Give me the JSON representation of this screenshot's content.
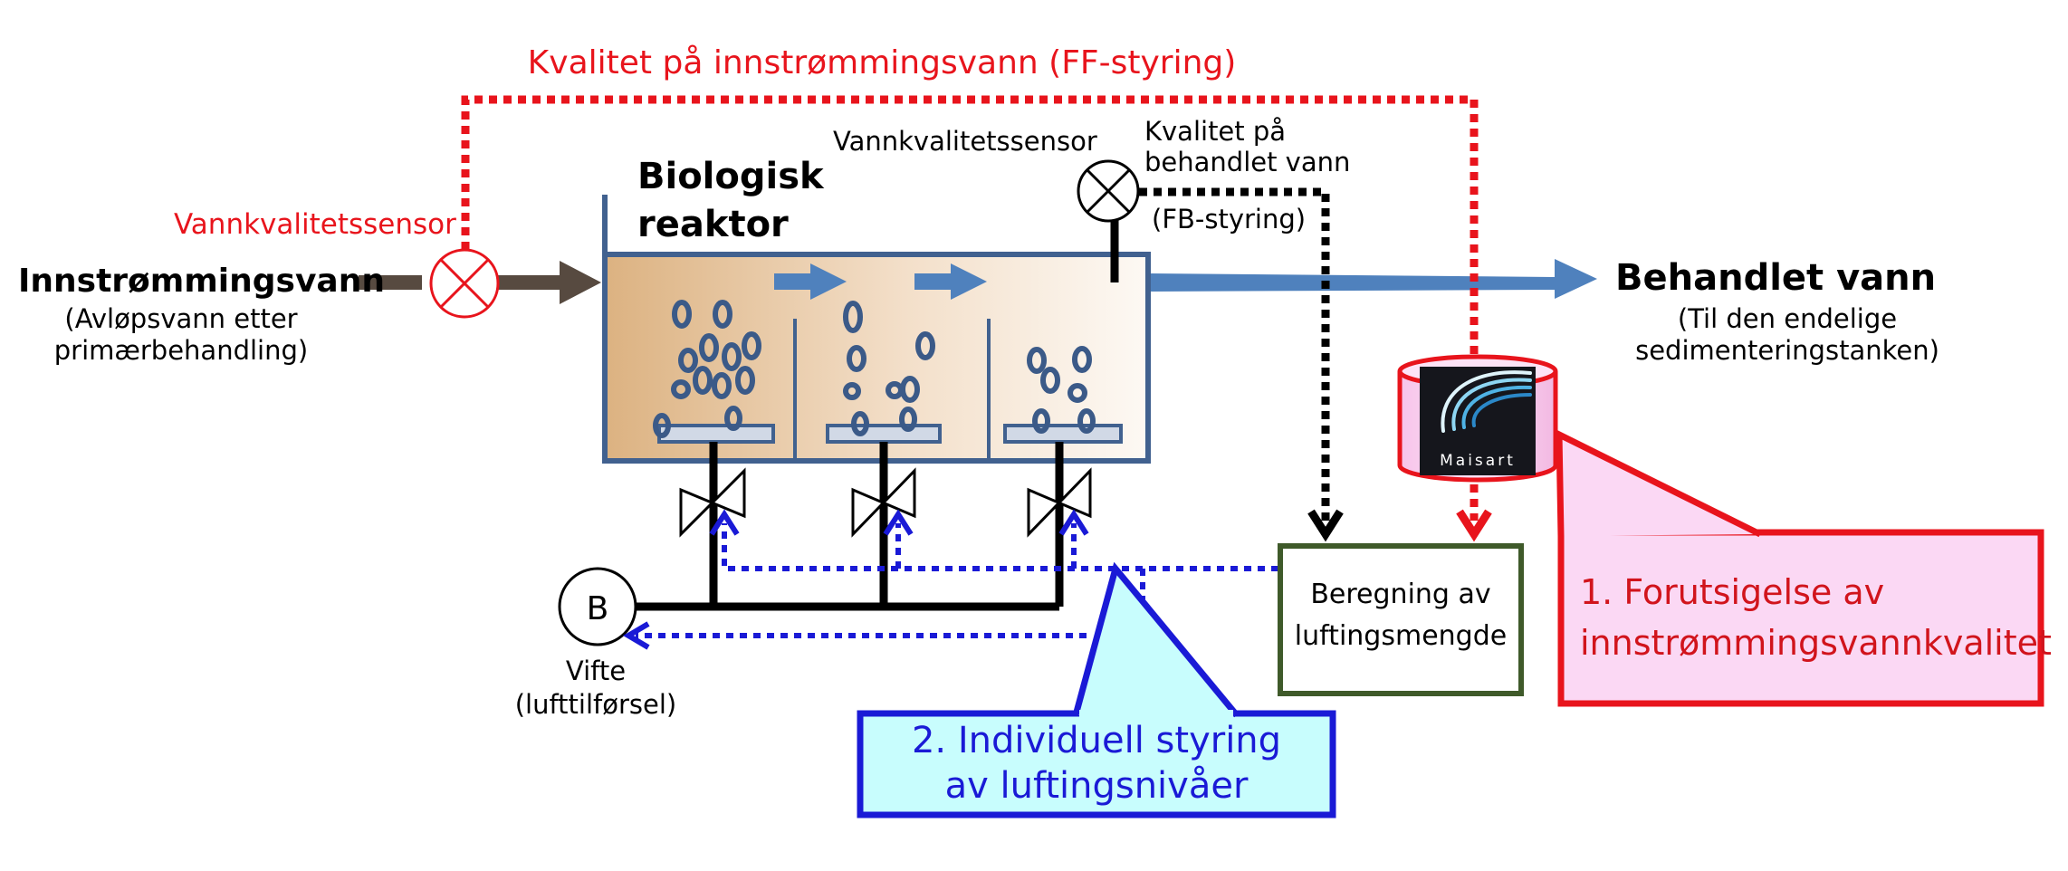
{
  "labels": {
    "ff_control": "Kvalitet på innstrømmingsvann (FF-styring)",
    "sensor_inflow": "Vannkvalitetssensor",
    "sensor_outflow": "Vannkvalitetssensor",
    "inflow_title": "Innstrømmingsvann",
    "inflow_sub_1": "(Avløpsvann etter",
    "inflow_sub_2": "primærbehandling)",
    "reactor_1": "Biologisk",
    "reactor_2": "reaktor",
    "treated_q_1": "Kvalitet på",
    "treated_q_2": "behandlet vann",
    "fb_control": "(FB-styring)",
    "out_title": "Behandlet vann",
    "out_sub_1": "(Til den endelige",
    "out_sub_2": "sedimenteringstanken)",
    "blower_letter": "B",
    "blower_1": "Vifte",
    "blower_2": "(lufttilførsel)",
    "calc_1": "Beregning av",
    "calc_2": "luftingsmengde",
    "callout_red_1": "1. Forutsigelse av",
    "callout_red_2": "innstrømmingsvannkvalitet",
    "callout_blue_1": "2. Individuell styring",
    "callout_blue_2": "av luftingsnivåer",
    "logo_text": "Maisart"
  },
  "colors": {
    "ff_red": "#e8141c",
    "feedback_black": "#000000",
    "control_blue": "#1a1ad6",
    "inflow_pipe": "#574a40",
    "outflow_pipe": "#4f81bd",
    "reactor_outline": "#41618f",
    "bubble": "#3b5a88",
    "calc_border": "#3f5a2a",
    "callout_red_fill": "#fbd8f4",
    "callout_blue_fill": "#c8fdfd"
  }
}
